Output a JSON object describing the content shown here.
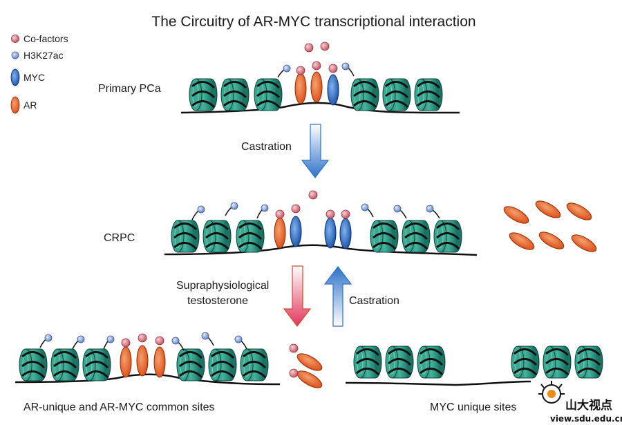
{
  "title": "The Circuitry of AR-MYC transcriptional interaction",
  "legend": {
    "cofactors": "Co-factors",
    "h3k27ac": "H3K27ac",
    "myc": "MYC",
    "ar": "AR"
  },
  "stages": {
    "primary": "Primary PCa",
    "crpc": "CRPC",
    "ar_common": "AR-unique and AR-MYC common sites",
    "myc_unique": "MYC unique sites"
  },
  "arrows": {
    "castration_top": "Castration",
    "supra_line1": "Supraphysiological",
    "supra_line2": "testosterone",
    "castration_bottom": "Castration"
  },
  "watermark": {
    "brand": "山大视点",
    "url": "view.sdu.edu.cn"
  },
  "colors": {
    "nucleosome": "#2f9e8a",
    "ar": "#e4561c",
    "myc": "#1f5fb8",
    "cofactor": "#d9737f",
    "h3k27ac": "#7f9fd6",
    "dna": "#111111"
  }
}
